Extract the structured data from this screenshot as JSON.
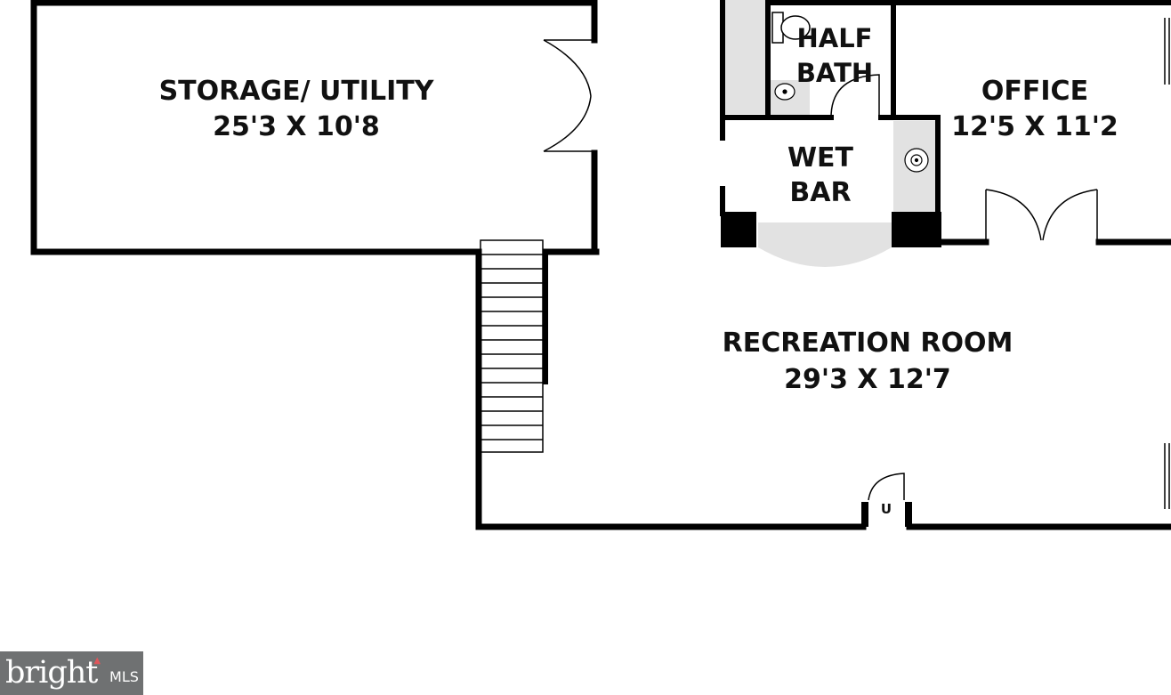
{
  "rooms": {
    "storage": {
      "name": "STORAGE/ UTILITY",
      "dims": "25'3 X 10'8"
    },
    "half_bath": {
      "line1": "HALF",
      "line2": "BATH"
    },
    "office": {
      "name": "OFFICE",
      "dims": "12'5 X 11'2"
    },
    "wet_bar": {
      "line1": "WET",
      "line2": "BAR"
    },
    "recreation": {
      "name": "RECREATION ROOM",
      "dims": "29'3 X 12'7"
    },
    "utility_closet": {
      "label": "U"
    }
  },
  "logo": {
    "brand": "bright",
    "suffix": "MLS"
  },
  "colors": {
    "wall": "#000000",
    "fixture_fill": "#e0e0e0",
    "logo_bg": "#6f7172",
    "logo_accent": "#e0565b"
  }
}
